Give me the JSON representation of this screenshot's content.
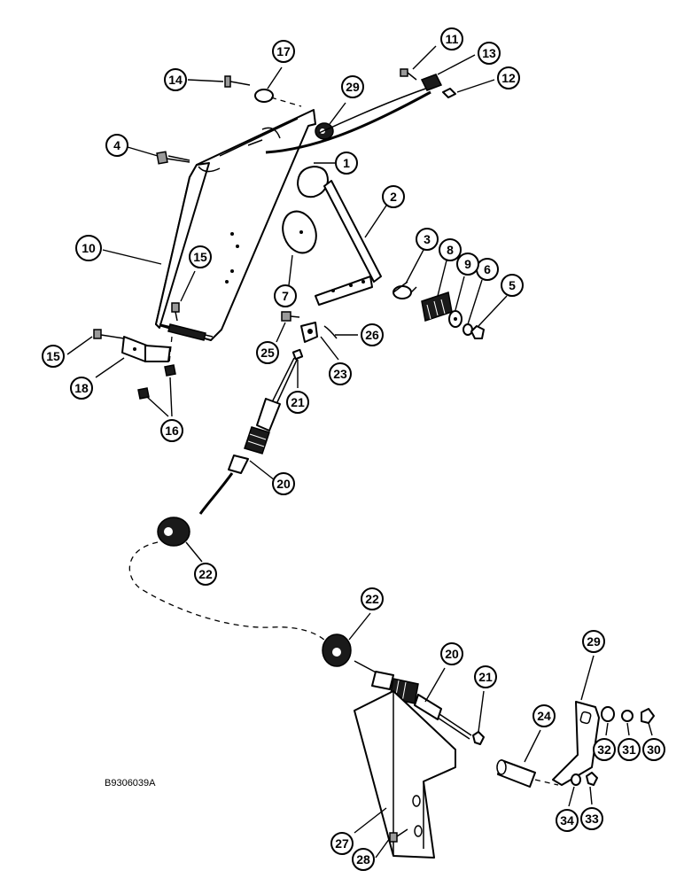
{
  "figure_ref": "B9306039A",
  "callouts": {
    "c1": "1",
    "c2": "2",
    "c3": "3",
    "c4": "4",
    "c5": "5",
    "c6": "6",
    "c7": "7",
    "c8": "8",
    "c9": "9",
    "c10": "10",
    "c11": "11",
    "c12": "12",
    "c13": "13",
    "c14": "14",
    "c15a": "15",
    "c15b": "15",
    "c16": "16",
    "c17": "17",
    "c18": "18",
    "c20a": "20",
    "c20b": "20",
    "c21a": "21",
    "c21b": "21",
    "c22a": "22",
    "c22b": "22",
    "c23": "23",
    "c24": "24",
    "c25": "25",
    "c26": "26",
    "c27": "27",
    "c28": "28",
    "c29a": "29",
    "c29b": "29",
    "c30": "30",
    "c31": "31",
    "c32": "32",
    "c33": "33",
    "c34": "34"
  }
}
